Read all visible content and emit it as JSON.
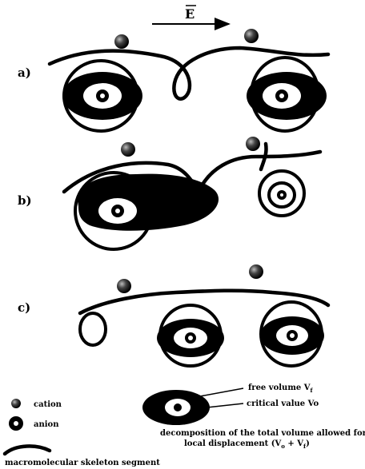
{
  "field_label": "E",
  "panels": [
    {
      "id": "a",
      "label": "a)"
    },
    {
      "id": "b",
      "label": "b)"
    },
    {
      "id": "c",
      "label": "c)"
    }
  ],
  "legend": {
    "cation": "cation",
    "anion": "anion",
    "free_volume": "free volume V",
    "free_volume_sub": "f",
    "critical_value": "critical value Vo",
    "decomposition_line1": "decomposition of the total volume  allowed for",
    "decomposition_line2": "local displacement (V",
    "decomposition_sub1": "o",
    "decomposition_mid": " + V",
    "decomposition_sub2": "f",
    "decomposition_end": ")",
    "skeleton": "macromolecular skeleton segment"
  },
  "colors": {
    "ink": "#000000",
    "paper": "#ffffff"
  }
}
